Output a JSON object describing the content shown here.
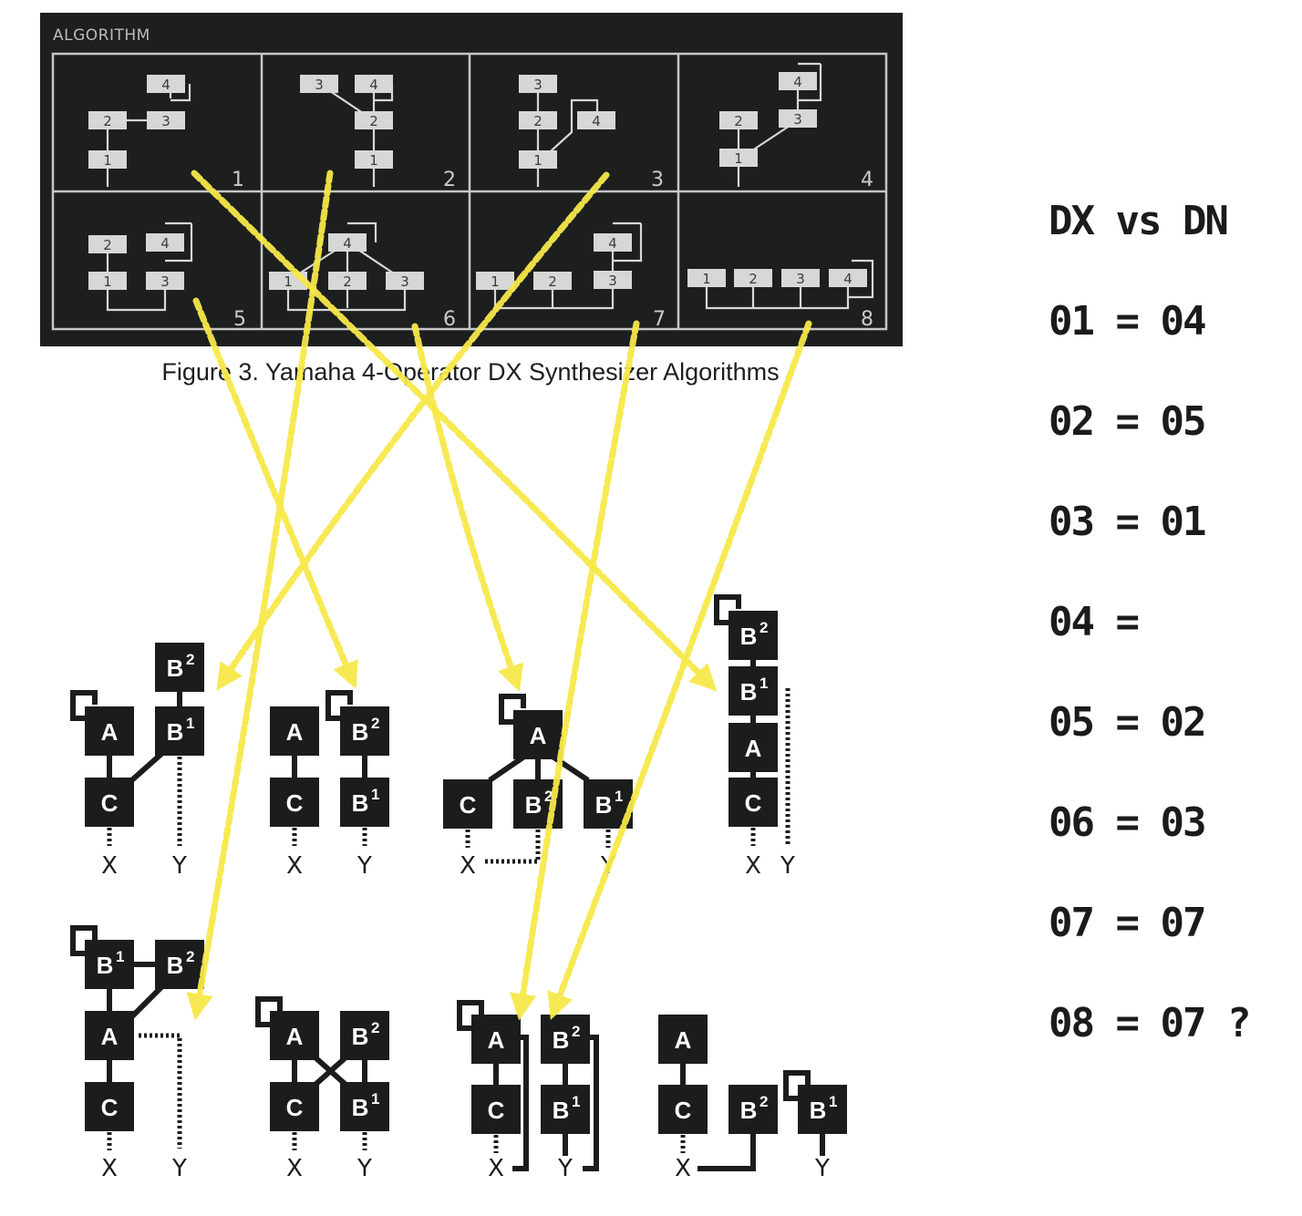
{
  "colors": {
    "panel_bg": "#1c1f1e",
    "panel_line": "#c4c7c5",
    "op_fill": "#d6d8d6",
    "dn_block": "#1b1d1c",
    "arrow": "#f7e84a",
    "text": "#1b1b1b"
  },
  "dx_panel": {
    "title": "ALGORITHM",
    "caption": "Figure 3.  Yamaha 4-Operator DX Synthesizer Algorithms",
    "algorithms": [
      {
        "number": "1",
        "operators": [
          "1",
          "2",
          "3",
          "4"
        ],
        "description": "4 feedback -> 3 -> 2 -> 1 (serial chain)"
      },
      {
        "number": "2",
        "operators": [
          "1",
          "2",
          "3",
          "4"
        ],
        "description": "3 and 4 (feedback) -> 2 -> 1"
      },
      {
        "number": "3",
        "operators": [
          "1",
          "2",
          "3",
          "4"
        ],
        "description": "3 -> 2 -> 1, 4 (feedback) -> 1"
      },
      {
        "number": "4",
        "operators": [
          "1",
          "2",
          "3",
          "4"
        ],
        "description": "2 -> 1, 4 (feedback) -> 3 -> 1"
      },
      {
        "number": "5",
        "operators": [
          "1",
          "2",
          "3",
          "4"
        ],
        "description": "2 -> 1, 4 (feedback) -> 3; carriers 1 + 3"
      },
      {
        "number": "6",
        "operators": [
          "1",
          "2",
          "3",
          "4"
        ],
        "description": "4 (feedback) -> 1, 2, 3; carriers 1 + 2 + 3"
      },
      {
        "number": "7",
        "operators": [
          "1",
          "2",
          "3",
          "4"
        ],
        "description": "4 (feedback) -> 3; carriers 1 + 2 + 3"
      },
      {
        "number": "8",
        "operators": [
          "1",
          "2",
          "3",
          "4"
        ],
        "description": "all parallel carriers, 4 feedback"
      }
    ]
  },
  "dn_panel": {
    "outputs": {
      "x": "X",
      "y": "Y"
    },
    "algorithms": [
      {
        "id": "dn-01",
        "blocks": [
          {
            "label": "A",
            "sup": ""
          },
          {
            "label": "C",
            "sup": ""
          },
          {
            "label": "B",
            "sup": "1"
          },
          {
            "label": "B",
            "sup": "2"
          }
        ]
      },
      {
        "id": "dn-02",
        "blocks": [
          {
            "label": "A",
            "sup": ""
          },
          {
            "label": "C",
            "sup": ""
          },
          {
            "label": "B",
            "sup": "2"
          },
          {
            "label": "B",
            "sup": "1"
          }
        ]
      },
      {
        "id": "dn-03",
        "blocks": [
          {
            "label": "A",
            "sup": ""
          },
          {
            "label": "C",
            "sup": ""
          },
          {
            "label": "B",
            "sup": "2"
          },
          {
            "label": "B",
            "sup": "1"
          }
        ]
      },
      {
        "id": "dn-04",
        "blocks": [
          {
            "label": "B",
            "sup": "2"
          },
          {
            "label": "B",
            "sup": "1"
          },
          {
            "label": "A",
            "sup": ""
          },
          {
            "label": "C",
            "sup": ""
          }
        ]
      },
      {
        "id": "dn-05",
        "blocks": [
          {
            "label": "B",
            "sup": "1"
          },
          {
            "label": "B",
            "sup": "2"
          },
          {
            "label": "A",
            "sup": ""
          },
          {
            "label": "C",
            "sup": ""
          }
        ]
      },
      {
        "id": "dn-06",
        "blocks": [
          {
            "label": "A",
            "sup": ""
          },
          {
            "label": "B",
            "sup": "2"
          },
          {
            "label": "C",
            "sup": ""
          },
          {
            "label": "B",
            "sup": "1"
          }
        ]
      },
      {
        "id": "dn-07",
        "blocks": [
          {
            "label": "A",
            "sup": ""
          },
          {
            "label": "C",
            "sup": ""
          },
          {
            "label": "B",
            "sup": "2"
          },
          {
            "label": "B",
            "sup": "1"
          }
        ]
      },
      {
        "id": "dn-08",
        "blocks": [
          {
            "label": "A",
            "sup": ""
          },
          {
            "label": "C",
            "sup": ""
          },
          {
            "label": "B",
            "sup": "2"
          },
          {
            "label": "B",
            "sup": "1"
          }
        ]
      }
    ]
  },
  "arrows": [
    {
      "from_dx": "1",
      "to_dn": "dn-04"
    },
    {
      "from_dx": "2",
      "to_dn": "dn-05"
    },
    {
      "from_dx": "3",
      "to_dn": "dn-01"
    },
    {
      "from_dx": "5",
      "to_dn": "dn-02"
    },
    {
      "from_dx": "6",
      "to_dn": "dn-03"
    },
    {
      "from_dx": "7",
      "to_dn": "dn-07"
    },
    {
      "from_dx": "8",
      "to_dn": "dn-07"
    }
  ],
  "mapping": {
    "title": "DX vs DN",
    "lines": [
      "01 = 04",
      "02 = 05",
      "03 = 01",
      "04 =",
      "05 = 02",
      "06 = 03",
      "07 = 07",
      "08 = 07 ?"
    ]
  }
}
